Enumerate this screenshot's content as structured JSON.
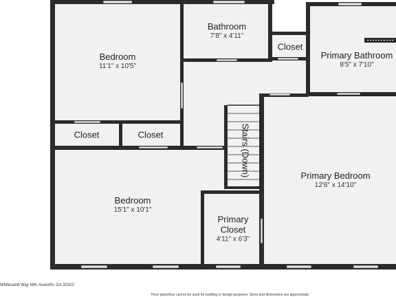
{
  "rooms": {
    "bedroom_top": {
      "name": "Bedroom",
      "dims": "11'1\" x 10'5\""
    },
    "bathroom": {
      "name": "Bathroom",
      "dims": "7'8\" x 4'11\""
    },
    "closet_hall": {
      "name": "Closet"
    },
    "primary_bathroom": {
      "name": "Primary Bathroom",
      "dims": "8'5\" x 7'10\""
    },
    "closet_left": {
      "name": "Closet"
    },
    "closet_right": {
      "name": "Closet"
    },
    "stairs": {
      "name": "Stairs (Down)"
    },
    "primary_bedroom": {
      "name": "Primary Bedroom",
      "dims": "12'6\" x 14'10\""
    },
    "bedroom_bottom": {
      "name": "Bedroom",
      "dims": "15'1\" x 10'1\""
    },
    "primary_closet": {
      "name": "Primary Closet",
      "name_line1": "Primary",
      "name_line2": "Closet",
      "dims": "4'11\" x 6'3\""
    }
  },
  "footer": {
    "address": "Whitesand Way NW, Acworth, GA 30102",
    "disclaimer": "Floor plans/tour cannot be used for building or design purposes. Sizes and dimensions are approximate."
  },
  "colors": {
    "wall": "#2b2b2b",
    "floor": "#f1f1f1",
    "window": "#e6e6e6"
  }
}
